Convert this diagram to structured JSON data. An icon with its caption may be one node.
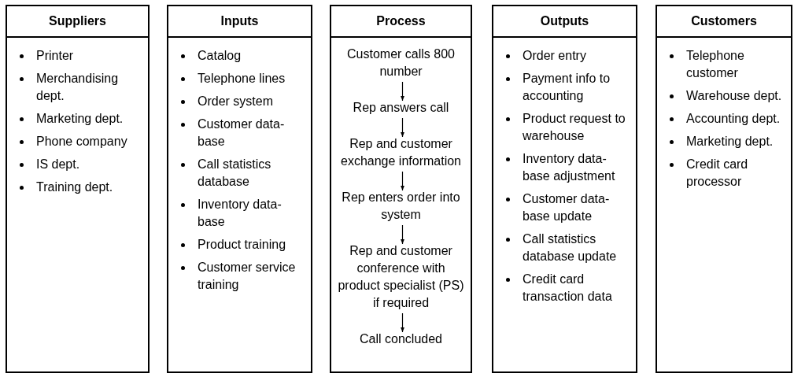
{
  "diagram": {
    "nodes": [
      {
        "text": [
          "Suppliers",
          "Printer",
          "Merchandising dept.",
          "Marketing dept.",
          "Phone company",
          "IS dept.",
          "Training dept."
        ]
      },
      {
        "text": [
          "Inputs",
          "Catalog",
          "Telephone lines",
          "Order system",
          "Customer data-base",
          "Call statistics database",
          "Inventory data-base",
          "Product training",
          "Customer service training"
        ]
      },
      {
        "text": [
          "Process"
        ]
      },
      {
        "text": [
          "Customer calls 800 number"
        ],
        "in": 2
      },
      {
        "text": [
          "Rep answers call"
        ],
        "in": 2
      },
      {
        "text": [
          "Rep and customer exchange information"
        ],
        "in": 2
      },
      {
        "text": [
          "Rep enters order into system"
        ],
        "in": 2
      },
      {
        "text": [
          "Rep and customer conference with product specialist (PS) if required"
        ],
        "in": 2
      },
      {
        "text": [
          "Call concluded"
        ],
        "in": 2
      },
      {
        "text": [
          "Outputs",
          "Order entry",
          "Payment info to accounting",
          "Product request to warehouse",
          "Inventory data-base adjustment",
          "Customer data-base update",
          "Call statistics database update",
          "Credit card transaction data"
        ]
      },
      {
        "text": [
          "Customers",
          "Telephone customer",
          "Warehouse dept.",
          "Accounting dept.",
          "Marketing dept.",
          "Credit card processor"
        ]
      }
    ],
    "edges": [
      {
        "from": 3,
        "to": 4,
        "arrow": "to"
      },
      {
        "from": 4,
        "to": 5,
        "arrow": "to"
      },
      {
        "from": 5,
        "to": 6,
        "arrow": "to"
      },
      {
        "from": 6,
        "to": 7,
        "arrow": "to"
      },
      {
        "from": 7,
        "to": 8,
        "arrow": "to"
      }
    ]
  }
}
